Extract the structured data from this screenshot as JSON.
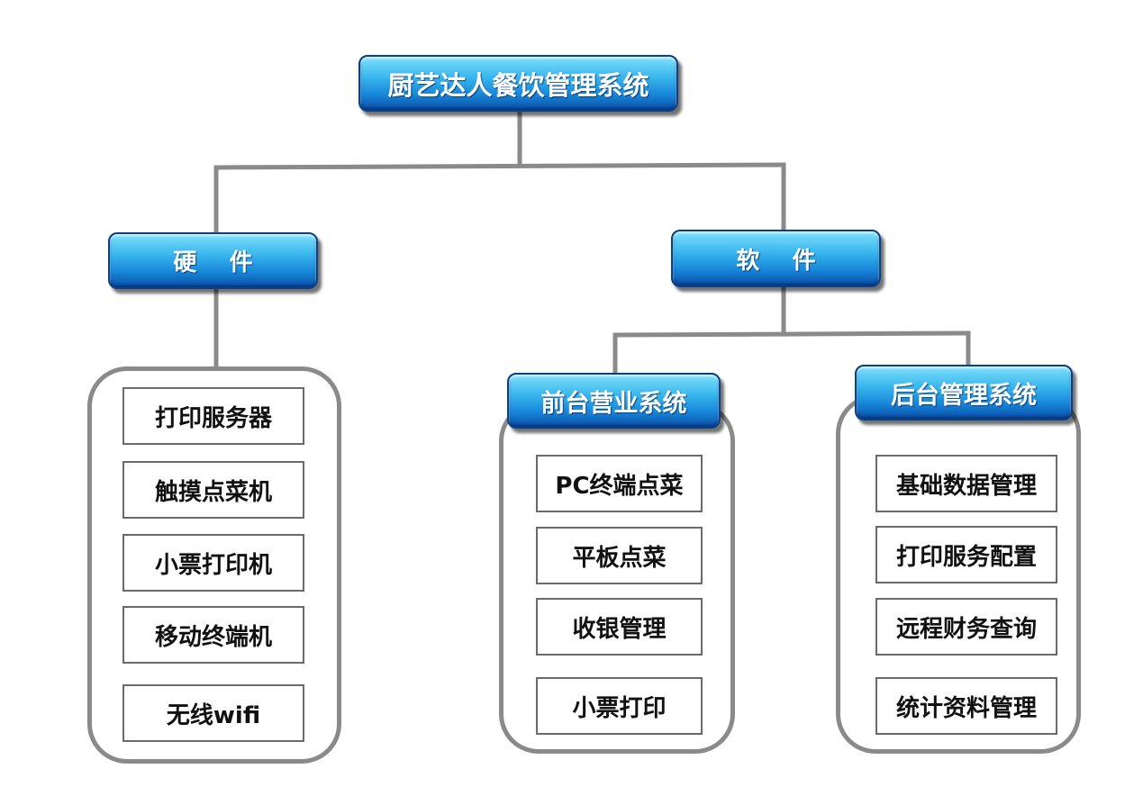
{
  "root": {
    "label": "厨艺达人餐饮管理系统"
  },
  "hardware": {
    "label": "硬    件",
    "items": [
      "打印服务器",
      "触摸点菜机",
      "小票打印机",
      "移动终端机",
      "无线wifi"
    ]
  },
  "software": {
    "label": "软    件",
    "frontend": {
      "label": "前台营业系统",
      "items": [
        "PC终端点菜",
        "平板点菜",
        "收银管理",
        "小票打印"
      ]
    },
    "backend": {
      "label": "后台管理系统",
      "items": [
        "基础数据管理",
        "打印服务配置",
        "远程财务查询",
        "统计资料管理"
      ]
    }
  },
  "colors": {
    "connector": "#8a8a8a",
    "node_gradient_top": "#7fe0fb",
    "node_gradient_bottom": "#0a4fa8",
    "item_border": "#6a6a6a"
  }
}
